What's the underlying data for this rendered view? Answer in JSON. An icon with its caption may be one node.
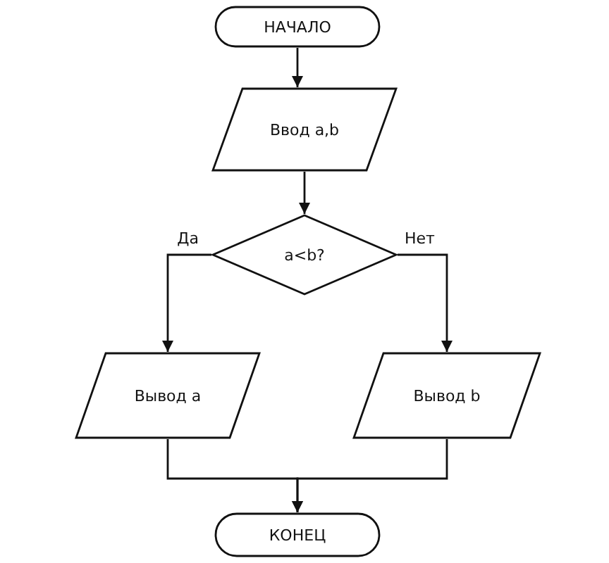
{
  "diagram": {
    "nodes": [
      {
        "text": [
          "НАЧАЛО"
        ]
      },
      {
        "text": [
          "Ввод a,b"
        ]
      },
      {
        "text": [
          "a<b?"
        ]
      },
      {
        "text": [
          "Вывод а"
        ]
      },
      {
        "text": [
          "Вывод b"
        ]
      },
      {
        "text": [
          "КОНЕЦ"
        ]
      }
    ],
    "edges": [
      {
        "from": 0,
        "to": 1,
        "arrow": "to"
      },
      {
        "from": 1,
        "to": 2,
        "arrow": "to"
      },
      {
        "from": 2,
        "to": 3,
        "arrow": "to",
        "label": "Да"
      },
      {
        "from": 2,
        "to": 4,
        "arrow": "to",
        "label": "Нет"
      },
      {
        "from": 3,
        "to": 5,
        "arrow": "to"
      },
      {
        "from": 4,
        "to": 5,
        "arrow": "to"
      }
    ]
  }
}
